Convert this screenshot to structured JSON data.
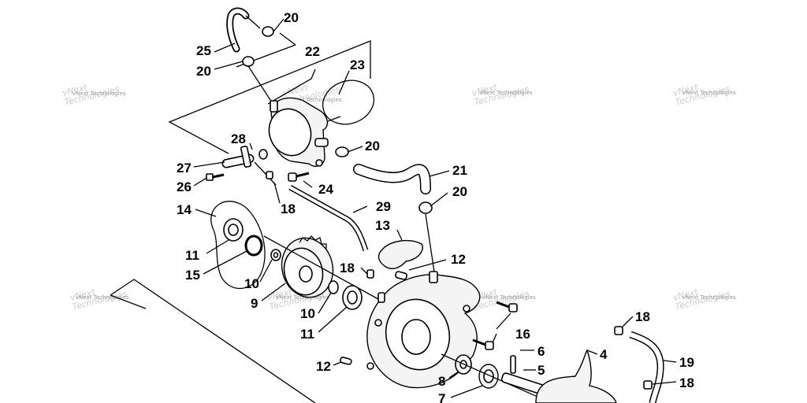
{
  "diagram": {
    "callouts": [
      "20",
      "25",
      "20",
      "22",
      "23",
      "20",
      "28",
      "27",
      "26",
      "24",
      "21",
      "20",
      "18",
      "14",
      "29",
      "13",
      "11",
      "15",
      "12",
      "18",
      "10",
      "9",
      "10",
      "11",
      "16",
      "12",
      "6",
      "4",
      "18",
      "8",
      "5",
      "19",
      "18",
      "7"
    ],
    "watermark": "vNext Technologies"
  }
}
